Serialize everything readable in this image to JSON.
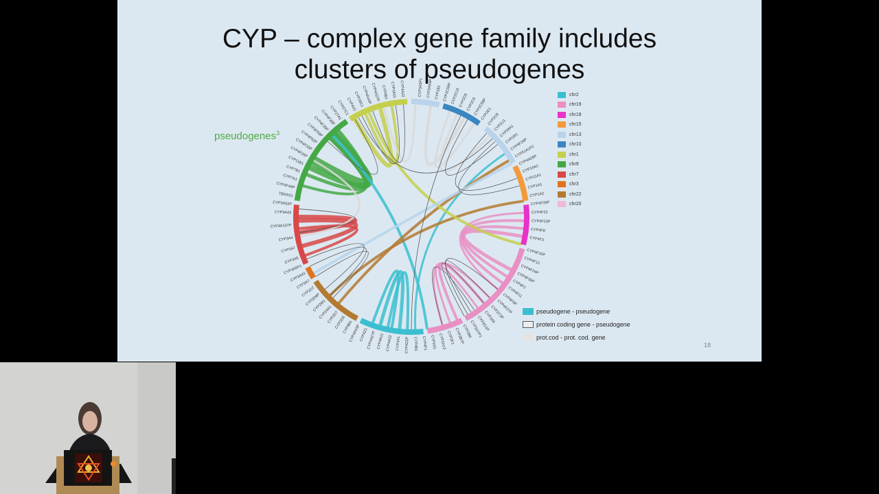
{
  "slide": {
    "title_line1": "CYP – complex gene family includes",
    "title_line2": "clusters of pseudogenes",
    "pseudo_label": "pseudogenes",
    "pseudo_sup": "3",
    "page_number": "18"
  },
  "legend_chr": [
    {
      "label": "chr2",
      "color": "#3bbfd0"
    },
    {
      "label": "chr19",
      "color": "#e98fc4"
    },
    {
      "label": "chr18",
      "color": "#e832c9"
    },
    {
      "label": "chr15",
      "color": "#f39a3b"
    },
    {
      "label": "chr13",
      "color": "#b9d3ea"
    },
    {
      "label": "chr10",
      "color": "#3a86c0"
    },
    {
      "label": "chr1",
      "color": "#c4cf4d"
    },
    {
      "label": "chr9",
      "color": "#44a845"
    },
    {
      "label": "chr7",
      "color": "#d84848"
    },
    {
      "label": "chr3",
      "color": "#e0731f"
    },
    {
      "label": "chr22",
      "color": "#b47a30"
    },
    {
      "label": "chr20",
      "color": "#f0b9d4"
    }
  ],
  "legend_links": [
    {
      "label": "pseudogene - pseudogene",
      "fill": "#3bbfd0",
      "border": "#3bbfd0"
    },
    {
      "label": "protein coding gene - pseudogene",
      "fill": "#eeeeee",
      "border": "#555555"
    },
    {
      "label": "prot.cod - prot. cod. gene",
      "fill": "#e6e4e2",
      "border": "#e6e4e2"
    }
  ],
  "genes": [
    {
      "a": 4,
      "t": "CYP3A5P1"
    },
    {
      "a": 8,
      "t": "CYP3A54P"
    },
    {
      "a": 12,
      "t": "CYP1B1"
    },
    {
      "a": 16,
      "t": "CYP2C56P"
    },
    {
      "a": 20,
      "t": "CYP2C19"
    },
    {
      "a": 24,
      "t": "CYP2C8"
    },
    {
      "a": 28,
      "t": "CYP2C9"
    },
    {
      "a": 32,
      "t": "CYP2C58P"
    },
    {
      "a": 36,
      "t": "CYP2E1"
    },
    {
      "a": 40,
      "t": "CYP2C8"
    },
    {
      "a": 44,
      "t": "CYP2U1"
    },
    {
      "a": 48,
      "t": "CYP26A1"
    },
    {
      "a": 52,
      "t": "CYP2R1"
    },
    {
      "a": 56,
      "t": "CYP4F26P"
    },
    {
      "a": 60,
      "t": "CYP51A1P2"
    },
    {
      "a": 64,
      "t": "CYP4A26P"
    },
    {
      "a": 68,
      "t": "CYP19A1"
    },
    {
      "a": 72,
      "t": "CYP11A1"
    },
    {
      "a": 76,
      "t": "CYP1A1"
    },
    {
      "a": 80,
      "t": "CYP1A2"
    },
    {
      "a": 84,
      "t": "CYP4F35P"
    },
    {
      "a": 88,
      "t": "CYP4F22"
    },
    {
      "a": 92,
      "t": "CYP4F23P"
    },
    {
      "a": 96,
      "t": "CYP4F8"
    },
    {
      "a": 100,
      "t": "CYP4F3"
    },
    {
      "a": 106,
      "t": "CYP4F10P"
    },
    {
      "a": 110,
      "t": "CYP4F12"
    },
    {
      "a": 114,
      "t": "CYP4F24P"
    },
    {
      "a": 118,
      "t": "CYP4F36P"
    },
    {
      "a": 122,
      "t": "CYP4F2"
    },
    {
      "a": 126,
      "t": "CYP4F11"
    },
    {
      "a": 130,
      "t": "CYP4F9P"
    },
    {
      "a": 134,
      "t": "CYP4F27P"
    },
    {
      "a": 138,
      "t": "CYP2T3P"
    },
    {
      "a": 142,
      "t": "CYP2A6"
    },
    {
      "a": 146,
      "t": "CYP2G1P"
    },
    {
      "a": 150,
      "t": "CYP2A7P1"
    },
    {
      "a": 154,
      "t": "CYP2B6"
    },
    {
      "a": 158,
      "t": "CYP2B7P"
    },
    {
      "a": 162,
      "t": "CYP2F1"
    },
    {
      "a": 166,
      "t": "CYP2A13"
    },
    {
      "a": 170,
      "t": "CYP2S1"
    },
    {
      "a": 174,
      "t": "CYP4F1"
    },
    {
      "a": 178,
      "t": "CYP4B1"
    },
    {
      "a": 182,
      "t": "CYP4Z2P"
    },
    {
      "a": 186,
      "t": "CYP4X1"
    },
    {
      "a": 190,
      "t": "CYP4A22"
    },
    {
      "a": 194,
      "t": "CYP4A11"
    },
    {
      "a": 198,
      "t": "CYP4A27P"
    },
    {
      "a": 202,
      "t": "CYP4Z1"
    },
    {
      "a": 206,
      "t": "CYP4A43P"
    },
    {
      "a": 210,
      "t": "CYP8B1"
    },
    {
      "a": 214,
      "t": "CYP2D6"
    },
    {
      "a": 218,
      "t": "CYP2D7"
    },
    {
      "a": 222,
      "t": "CYP24A1"
    },
    {
      "a": 226,
      "t": "CYP2W1"
    },
    {
      "a": 230,
      "t": "CYP2D8P"
    },
    {
      "a": 234,
      "t": "CYP2D7"
    },
    {
      "a": 238,
      "t": "CYP3A7"
    },
    {
      "a": 242,
      "t": "CYP3A43"
    },
    {
      "a": 246,
      "t": "CYP3A5P1"
    },
    {
      "a": 250,
      "t": "CYP3A5"
    },
    {
      "a": 255,
      "t": "CYP3A7"
    },
    {
      "a": 260,
      "t": "CYP3A4"
    },
    {
      "a": 266,
      "t": "CYP3A137P"
    },
    {
      "a": 272,
      "t": "CYP3A43"
    },
    {
      "a": 276,
      "t": "CYP3A52P"
    },
    {
      "a": 280,
      "t": "TBXAS1"
    },
    {
      "a": 284,
      "t": "CYP4F44P"
    },
    {
      "a": 288,
      "t": "CYP7A1"
    },
    {
      "a": 292,
      "t": "CYP7B1"
    },
    {
      "a": 296,
      "t": "CYP11B1"
    },
    {
      "a": 300,
      "t": "CYP4F25P"
    },
    {
      "a": 304,
      "t": "CYP4F33P"
    },
    {
      "a": 308,
      "t": "CYP4F62P"
    },
    {
      "a": 312,
      "t": "CYP4F59P"
    },
    {
      "a": 316,
      "t": "CYP4F29P"
    },
    {
      "a": 320,
      "t": "CYP4F30P"
    },
    {
      "a": 324,
      "t": "CYP27A1"
    },
    {
      "a": 328,
      "t": "CYP27C1"
    },
    {
      "a": 332,
      "t": "CYP4V2"
    },
    {
      "a": 336,
      "t": "CYP26C1"
    },
    {
      "a": 340,
      "t": "CYP4A44P"
    },
    {
      "a": 344,
      "t": "CYP4A27P"
    },
    {
      "a": 348,
      "t": "CYP4B1"
    },
    {
      "a": 352,
      "t": "CYP4A11"
    },
    {
      "a": 356,
      "t": "CYP4A22"
    }
  ],
  "arcs": [
    {
      "s": 0,
      "e": 14,
      "c": "#b9d3ea"
    },
    {
      "s": 16,
      "e": 36,
      "c": "#3a86c0"
    },
    {
      "s": 40,
      "e": 62,
      "c": "#b9d3ea"
    },
    {
      "s": 64,
      "e": 82,
      "c": "#f39a3b"
    },
    {
      "s": 84,
      "e": 104,
      "c": "#e832c9"
    },
    {
      "s": 106,
      "e": 152,
      "c": "#e98fc4"
    },
    {
      "s": 154,
      "e": 172,
      "c": "#e98fc4"
    },
    {
      "s": 174,
      "e": 206,
      "c": "#3bbfd0"
    },
    {
      "s": 208,
      "e": 236,
      "c": "#b47a30"
    },
    {
      "s": 238,
      "e": 244,
      "c": "#e0731f"
    },
    {
      "s": 246,
      "e": 276,
      "c": "#d84848"
    },
    {
      "s": 278,
      "e": 326,
      "c": "#44a845"
    },
    {
      "s": 328,
      "e": 358,
      "c": "#c4cf4d"
    }
  ],
  "links": [
    {
      "a": 316,
      "b": 300,
      "c": "#44a845",
      "w": 14
    },
    {
      "a": 318,
      "b": 296,
      "c": "#44a845",
      "w": 8
    },
    {
      "a": 320,
      "b": 286,
      "c": "#44a845",
      "w": 4
    },
    {
      "a": 314,
      "b": 292,
      "c": "#44a845",
      "w": 5
    },
    {
      "a": 316,
      "b": 172,
      "c": "#3bbfd0",
      "w": 4
    },
    {
      "a": 262,
      "b": 270,
      "c": "#d84848",
      "w": 6
    },
    {
      "a": 255,
      "b": 268,
      "c": "#d84848",
      "w": 6
    },
    {
      "a": 250,
      "b": 264,
      "c": "#d84848",
      "w": 4
    },
    {
      "a": 100,
      "b": 118,
      "c": "#e98fc4",
      "w": 5
    },
    {
      "a": 96,
      "b": 122,
      "c": "#e98fc4",
      "w": 4
    },
    {
      "a": 92,
      "b": 126,
      "c": "#e98fc4",
      "w": 4
    },
    {
      "a": 88,
      "b": 130,
      "c": "#e98fc4",
      "w": 3
    },
    {
      "a": 140,
      "b": 156,
      "c": "#e98fc4",
      "w": 4
    },
    {
      "a": 144,
      "b": 160,
      "c": "#e98fc4",
      "w": 3
    },
    {
      "a": 136,
      "b": 164,
      "c": "#e98fc4",
      "w": 3
    },
    {
      "a": 186,
      "b": 196,
      "c": "#3bbfd0",
      "w": 5
    },
    {
      "a": 182,
      "b": 192,
      "c": "#3bbfd0",
      "w": 4
    },
    {
      "a": 190,
      "b": 200,
      "c": "#3bbfd0",
      "w": 4
    },
    {
      "a": 178,
      "b": 56,
      "c": "#3bbfd0",
      "w": 3
    },
    {
      "a": 60,
      "b": 220,
      "c": "#b47a30",
      "w": 4
    },
    {
      "a": 82,
      "b": 226,
      "c": "#b47a30",
      "w": 4
    },
    {
      "a": 338,
      "b": 104,
      "c": "#c4cf4d",
      "w": 4
    },
    {
      "a": 344,
      "b": 330,
      "c": "#c4cf4d",
      "w": 6
    },
    {
      "a": 350,
      "b": 336,
      "c": "#c4cf4d",
      "w": 4
    },
    {
      "a": 62,
      "b": 240,
      "c": "#b9d3ea",
      "w": 4
    },
    {
      "a": 10,
      "b": 28,
      "c": "#d8d8d8",
      "w": 4
    },
    {
      "a": 20,
      "b": 34,
      "c": "#d8d8d8",
      "w": 3
    },
    {
      "a": 24,
      "b": 44,
      "c": "#d8d8d8",
      "w": 3
    },
    {
      "a": 260,
      "b": 300,
      "c": "#d8d8d8",
      "w": 3
    },
    {
      "a": 2,
      "b": 346,
      "c": "#d8d8d8",
      "w": 3
    }
  ],
  "line_links": [
    {
      "a": 334,
      "b": 352
    },
    {
      "a": 340,
      "b": 356
    },
    {
      "a": 332,
      "b": 46
    },
    {
      "a": 48,
      "b": 74
    },
    {
      "a": 42,
      "b": 70
    },
    {
      "a": 30,
      "b": 50
    },
    {
      "a": 150,
      "b": 130
    },
    {
      "a": 148,
      "b": 136
    },
    {
      "a": 152,
      "b": 140
    },
    {
      "a": 146,
      "b": 164
    },
    {
      "a": 226,
      "b": 244
    },
    {
      "a": 230,
      "b": 248
    },
    {
      "a": 274,
      "b": 262
    },
    {
      "a": 312,
      "b": 330
    },
    {
      "a": 26,
      "b": 180
    },
    {
      "a": 224,
      "b": 238
    }
  ]
}
